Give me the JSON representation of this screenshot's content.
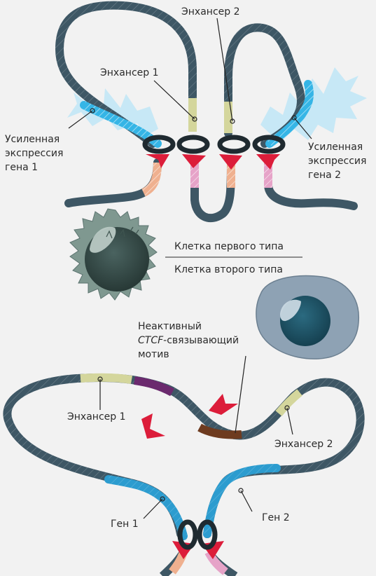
{
  "labels": {
    "enhancer2_top": "Энхансер 2",
    "enhancer1_top": "Энхансер 1",
    "enhanced_gene1": [
      "Усиленная",
      "экспрессия",
      "гена 1"
    ],
    "enhanced_gene2": [
      "Усиленная",
      "экспрессия",
      "гена 2"
    ],
    "cell_type1": "Клетка первого типа",
    "cell_type2": "Клетка второго типа",
    "inactive_ctcf": {
      "line1": "Неактивный",
      "line2_italic": "CTCF",
      "line2_rest": "-связывающий",
      "line3": "мотив"
    },
    "enhancer1_bottom": "Энхансер 1",
    "enhancer2_bottom": "Энхансер 2",
    "gene1": "Ген 1",
    "gene2": "Ген 2"
  },
  "colors": {
    "background": "#f2f2f2",
    "dna": "#3e5765",
    "gene_active": "#35b5e6",
    "gene_glow": "#bfe6f7",
    "gene_bottom": "#2c9ccf",
    "enhancer": "#d4d69c",
    "ring": "#1f2a30",
    "arrow_red": "#dc1d3a",
    "tail_pink": "#e6a3c8",
    "tail_peach": "#efb08f",
    "purple_segment": "#6b2a6e",
    "brown_segment": "#6e3b1f",
    "cell1": "#7f9890",
    "cell1_nucleus": "#2e423f",
    "cell2": "#8ea2b4",
    "cell2_nucleus": "#1c4a5c"
  }
}
